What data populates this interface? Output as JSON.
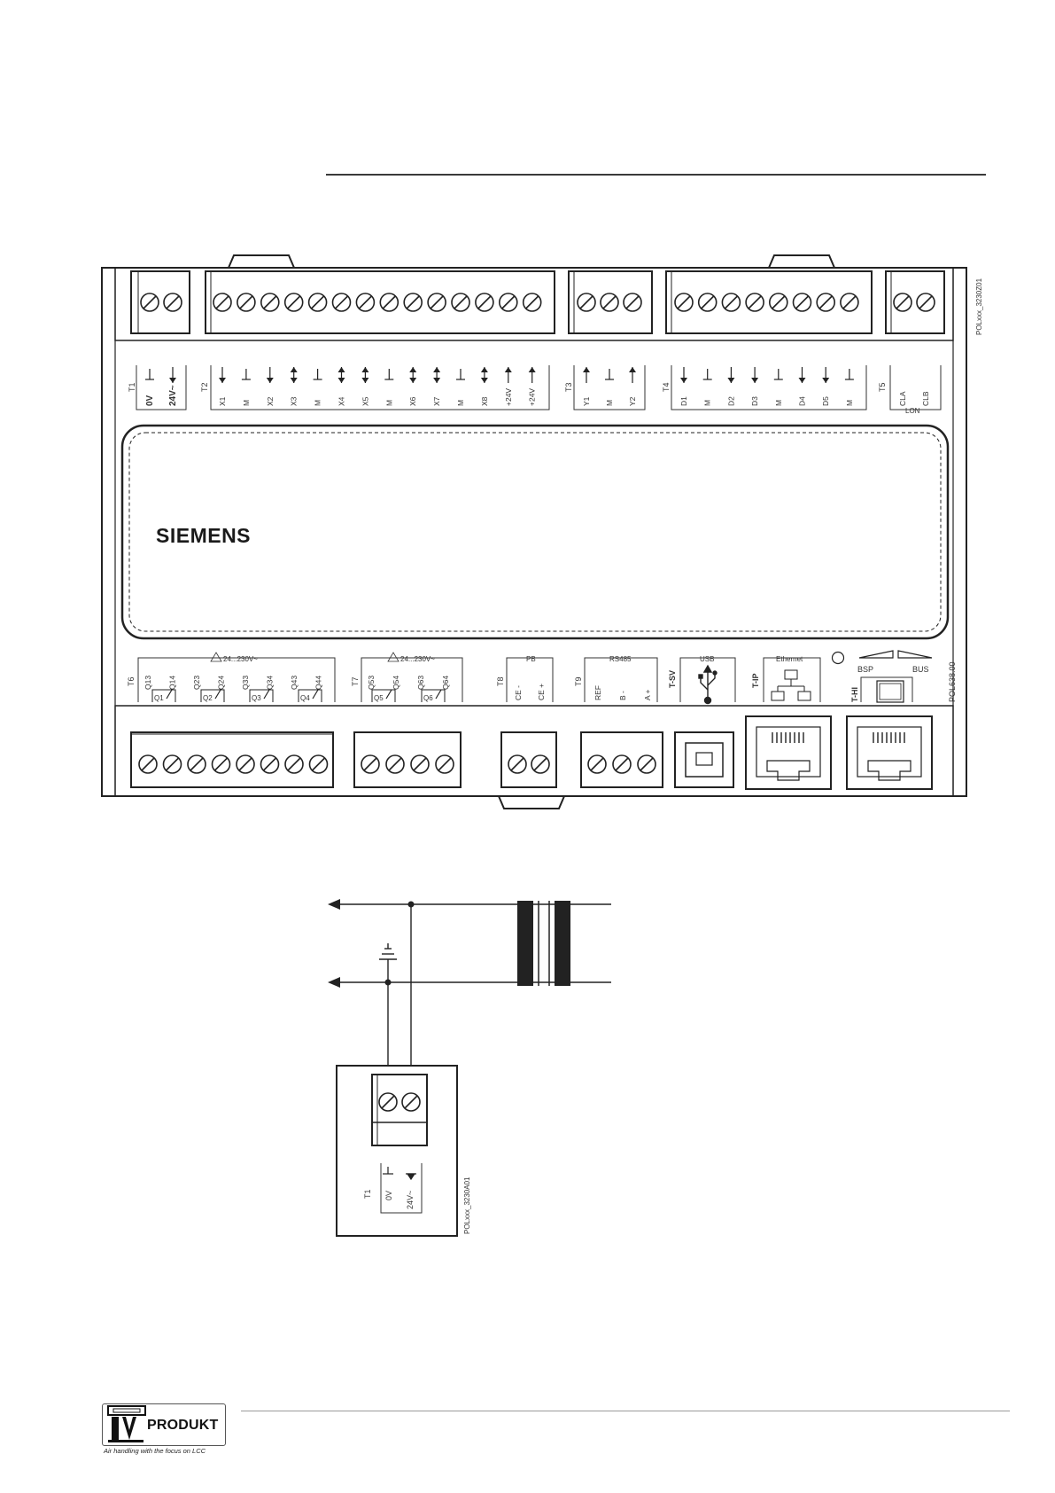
{
  "controller": {
    "brand": "SIEMENS",
    "model": "POL638.00",
    "drawing_id": "POLxxx_3230Z01",
    "top_terminals": {
      "T1": [
        "0V",
        "24V~"
      ],
      "T2": [
        "X1",
        "M",
        "X2",
        "X3",
        "M",
        "X4",
        "X5",
        "M",
        "X6",
        "X7",
        "M",
        "X8",
        "+24V",
        "+24V"
      ],
      "T3": [
        "Y1",
        "M",
        "Y2"
      ],
      "T4": [
        "D1",
        "M",
        "D2",
        "D3",
        "M",
        "D4",
        "D5",
        "M"
      ],
      "T5": [
        "CLA",
        "CLB"
      ],
      "T5_group": "LON"
    },
    "bottom_terminals": {
      "T6": [
        "Q13",
        "Q14",
        "Q23",
        "Q24",
        "Q33",
        "Q34",
        "Q43",
        "Q44"
      ],
      "T6_relays": [
        "Q1",
        "Q2",
        "Q3",
        "Q4"
      ],
      "T6_rating": "24...230V~",
      "T7": [
        "Q53",
        "Q54",
        "Q63",
        "Q64"
      ],
      "T7_relays": [
        "Q5",
        "Q6"
      ],
      "T7_rating": "24...230V~",
      "T8": [
        "CE -",
        "CE +"
      ],
      "T8_group": "PB",
      "T9": [
        "REF",
        "B -",
        "A +"
      ],
      "T9_group": "RS485",
      "usb_port": "T-SV",
      "usb_label": "USB",
      "ethernet_port": "T-IP",
      "ethernet_label": "Ethernet",
      "hmi_port": "T-HI",
      "leds": [
        "BSP",
        "BUS"
      ]
    }
  },
  "supply_diagram": {
    "drawing_id": "POLxxx_3230A01",
    "terminal": "T1",
    "labels": [
      "0V",
      "24V~"
    ]
  },
  "footer_logo": {
    "name": "PRODUKT",
    "tagline": "Air handling with the focus on LCC"
  }
}
